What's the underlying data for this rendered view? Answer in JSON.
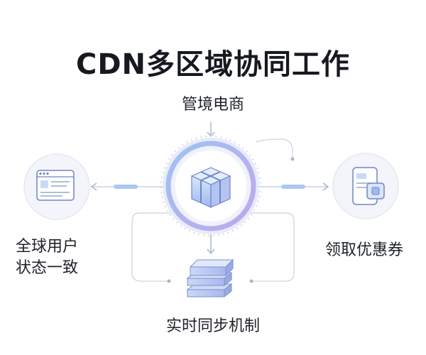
{
  "title": "CDN多区域协同工作",
  "nodes": {
    "top": "管境电商",
    "left_line1": "全球用户",
    "left_line2": "状态一致",
    "right": "领取优惠券",
    "bottom": "实时同步机制"
  },
  "icons": {
    "center": "gift-box-icon",
    "left": "browser-window-icon",
    "right": "mobile-coupon-icon",
    "bottom": "stacked-layers-icon"
  },
  "colors": {
    "accent": "#8ab4f0",
    "ring": "#b9a8ee",
    "text": "#1e2228"
  }
}
